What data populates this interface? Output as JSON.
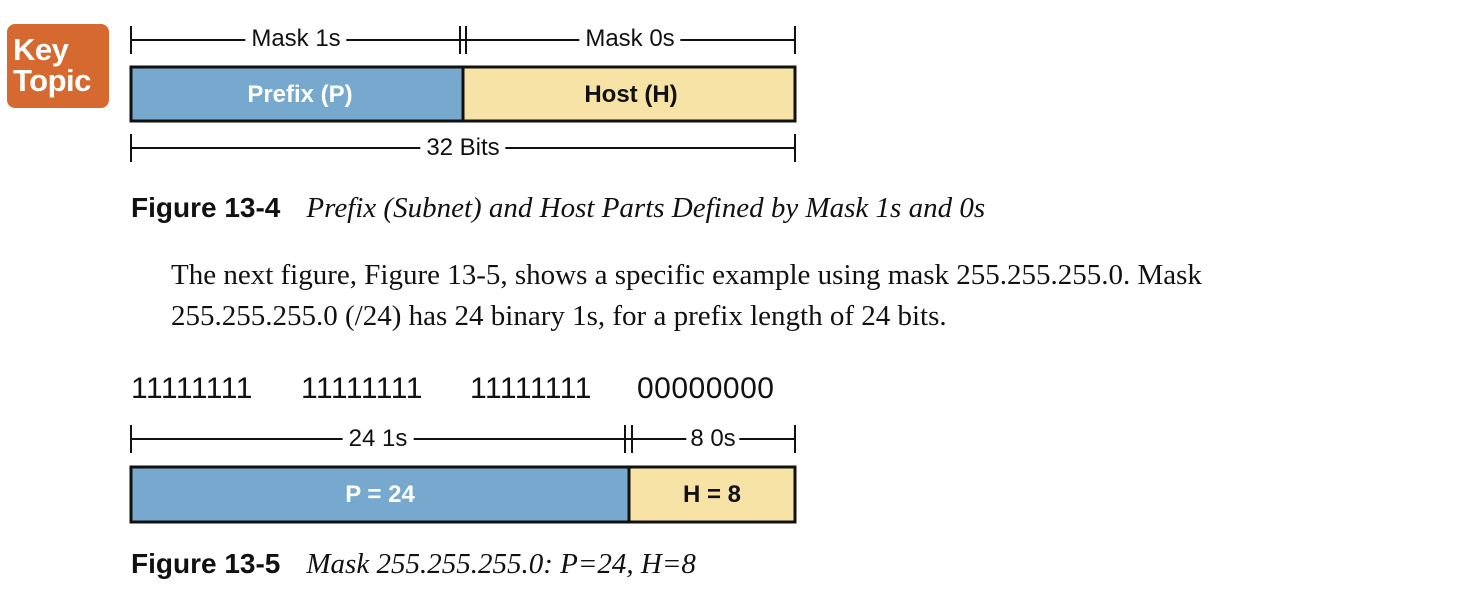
{
  "key_topic": {
    "line1": "Key",
    "line2": "Topic"
  },
  "figure_13_4": {
    "mask_1s_label": "Mask 1s",
    "mask_0s_label": "Mask 0s",
    "prefix_label": "Prefix (P)",
    "host_label": "Host (H)",
    "total_label": "32 Bits",
    "caption_number": "Figure 13-4",
    "caption_text": "Prefix (Subnet) and Host Parts Defined by Mask 1s and 0s",
    "colors": {
      "prefix": "#77a9cf",
      "host": "#f8e3a7"
    }
  },
  "paragraph": {
    "line1": "The next figure, Figure 13-5, shows a specific example using mask 255.255.255.0. Mask",
    "line2": "255.255.255.0 (/24) has 24 binary 1s, for a prefix length of 24 bits."
  },
  "figure_13_5": {
    "octets": [
      "11111111",
      "11111111",
      "11111111",
      "00000000"
    ],
    "ones_label": "24 1s",
    "zeros_label": "8 0s",
    "prefix_label": "P = 24",
    "host_label": "H = 8",
    "caption_number": "Figure 13-5",
    "caption_text": "Mask 255.255.255.0: P=24, H=8",
    "colors": {
      "prefix": "#77a9cf",
      "host": "#f8e3a7"
    }
  }
}
